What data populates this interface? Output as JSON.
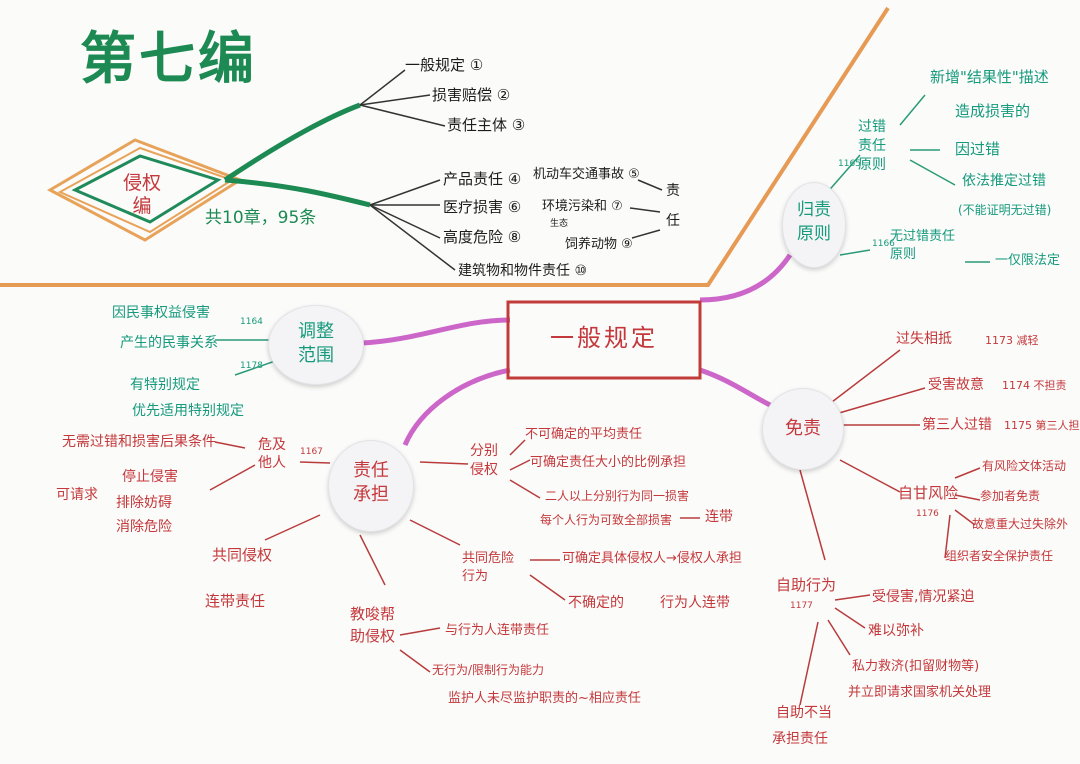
{
  "title": "第七编",
  "rhombus_label": "侵权编",
  "total": "共10章，95条",
  "top_branches": [
    "一般规定 ①",
    "损害赔偿 ②",
    "责任主体 ③",
    "产品责任 ④",
    "医疗损害 ⑥",
    "高度危险 ⑧",
    "建筑物和物件责任 ⑩"
  ],
  "top_right_items": {
    "motor": "机动车交通事故 ⑤",
    "env": "环境污染和 ⑦",
    "env_note": "生态",
    "animal": "饲养动物 ⑨",
    "ze": "责",
    "ren": "任"
  },
  "guize": {
    "bubble": "归责原则",
    "guocuo": "过错责任原则",
    "guocuo_num": "1165",
    "xinzeng": "新增\"结果性\"描述",
    "zaocheng": "造成损害的",
    "yin": "因过错",
    "yifa": "依法推定过错",
    "buneng": "(不能证明无过错)",
    "num1166": "1166",
    "wuguocuo": "无过错责任原则",
    "jinxian": "一仅限法定"
  },
  "center": "一般规定",
  "tiaozheng": {
    "bubble": "调整范围",
    "line1": "因民事权益侵害",
    "line2": "产生的民事关系",
    "num1": "1164",
    "num2": "1178",
    "line3": "有特别规定",
    "line4": "优先适用特别规定"
  },
  "mianze": {
    "bubble": "免责",
    "guoshi": "过失相抵",
    "guoshi_r": "1173 减轻",
    "shouhai": "受害故意",
    "shouhai_r": "1174 不担责",
    "disan": "第三人过错",
    "disan_r": "1175 第三人担",
    "ziyuan": "自甘风险",
    "num1176": "1176",
    "ziyuan1": "有风险文体活动",
    "ziyuan2": "参加者免责",
    "ziyuan3": "故意重大过失除外",
    "ziyuan4": "组织者安全保护责任",
    "zizhu": "自助行为",
    "num1177": "1177",
    "zizhu1": "受侵害,情况紧迫",
    "zizhu2": "难以弥补",
    "zizhu3": "私力救济(扣留财物等)",
    "zizhu4": "并立即请求国家机关处理",
    "zizhu5": "自助不当",
    "zizhu6": "承担责任"
  },
  "zeren": {
    "bubble": "责任承担",
    "wuxu": "无需过错和损害后果条件",
    "weiji": "危及他人",
    "num1167": "1167",
    "keqingqiu": "可请求",
    "tingzhi": "停止侵害",
    "paichu": "排除妨碍",
    "xiaochu": "消除危险",
    "gongtong": "共同侵权",
    "liandai": "连带责任",
    "fenbie": "分别侵权",
    "bukeque": "不可确定的平均责任",
    "keque": "可确定责任大小的比例承担",
    "erren": "二人以上分别行为同一损害",
    "meiren": "每个人行为可致全部损害",
    "liandai2": "连带",
    "gongtong_wei": "共同危险行为",
    "kequeding": "可确定具体侵权人→侵权人承担",
    "buqueding": "不确定的",
    "xingwei_liandai": "行为人连带",
    "jiaosuo": "教唆帮助侵权",
    "yu": "与行为人连带责任",
    "wu": "无行为/限制行为能力",
    "jianhu": "监护人未尽监护职责的~相应责任"
  }
}
